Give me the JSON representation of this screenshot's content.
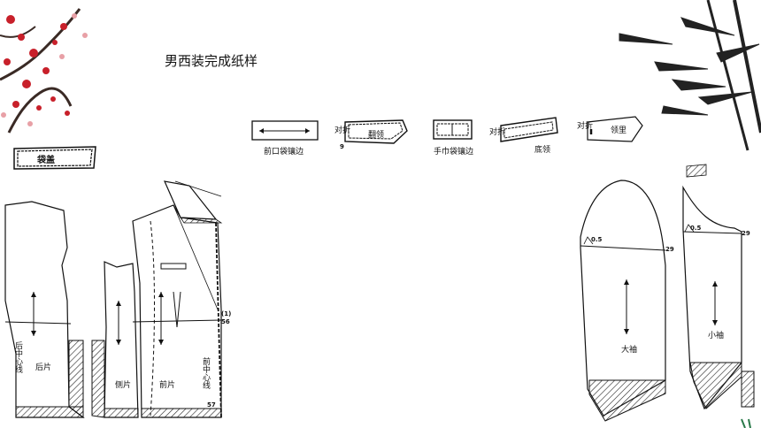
{
  "title": "男西装完成纸样",
  "pieces": {
    "pocket_flap": "袋盖",
    "front_pocket_welt": "前口袋镶边",
    "under_collar": "翻领",
    "handkerchief_pocket_welt": "手巾袋镶边",
    "collar_stand": "底领",
    "collar_interlining": "领里",
    "back": "后片",
    "side": "侧片",
    "front": "前片",
    "top_sleeve": "大袖",
    "under_sleeve": "小袖"
  },
  "annotations": {
    "fold": "对折",
    "fold_2": "对折",
    "fold_3": "对折",
    "back_center_line": "后中心线",
    "front_center_line": "前中心线",
    "front_edge_measure": "(1)",
    "front_edge_value": "56",
    "hem_value": "57",
    "collar_value": "9",
    "top_sleeve_ease": "0.5",
    "top_sleeve_cap": "29",
    "under_sleeve_ease": "0.5",
    "under_sleeve_cap": "29"
  }
}
